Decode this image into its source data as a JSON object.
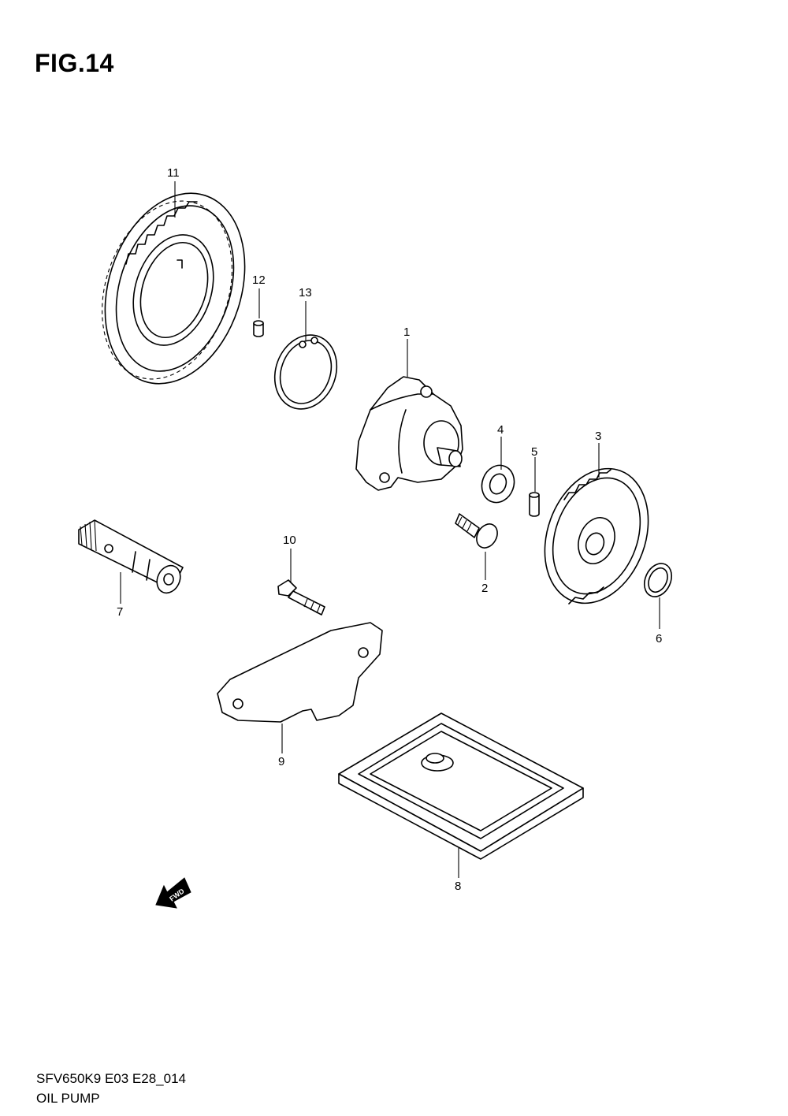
{
  "figure": {
    "title": "FIG.14",
    "code": "SFV650K9 E03 E28_014",
    "name": "OIL PUMP",
    "fwd_label": "FWD"
  },
  "callouts": [
    "1",
    "2",
    "3",
    "4",
    "5",
    "6",
    "7",
    "8",
    "9",
    "10",
    "11",
    "12",
    "13"
  ]
}
